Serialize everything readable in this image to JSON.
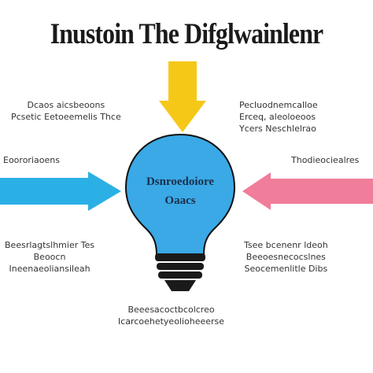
{
  "title": "Inustoin The Difglwainlenr",
  "center": {
    "line1": "Dsnroedoiore",
    "line2": "Oaacs"
  },
  "labels": {
    "top_left": [
      "Dcaos aicsbeoons",
      "Pcsetic Eetoeemelis Thce"
    ],
    "top_right": [
      "Pecluodnemcalloe",
      "Erceq, aleoloeoos",
      "Ycers Neschlelrao"
    ],
    "mid_left": [
      "Eoororiaoens"
    ],
    "mid_right": [
      "Thodieociealres"
    ],
    "bottom_left": [
      "Beesrlagtslhmier Tes",
      "Beoocn",
      "Ineenaeoliansileah"
    ],
    "bottom_right": [
      "Tsee bcenenr ldeoh",
      "Beeoesnecocslnes",
      "Seocemenlitle Dibs"
    ],
    "bottom": [
      "Beeesacoctbcolcreo",
      "Icarcoehetyeolioheeerse"
    ]
  },
  "colors": {
    "top_arrow": "#f5c818",
    "left_arrow": "#2ab0e4",
    "right_arrow": "#f07d9a",
    "bulb_glass": "#3aa9e6",
    "bulb_base": "#1a1a1a"
  },
  "icons": [
    "arrow-down-icon",
    "arrow-right-icon",
    "arrow-left-icon",
    "lightbulb-icon"
  ]
}
